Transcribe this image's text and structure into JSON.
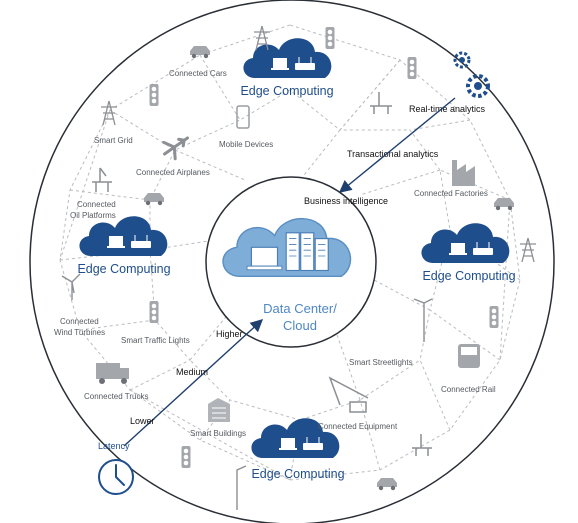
{
  "center": {
    "line1": "Data Center/",
    "line2": "Cloud"
  },
  "edge_label": "Edge Computing",
  "flows": {
    "business": "Business intelligence",
    "transactional": "Transactional analytics",
    "realtime": "Real-time analytics"
  },
  "latency": {
    "title": "Latency",
    "lower": "Lower",
    "medium": "Medium",
    "higher": "Higher"
  },
  "devices": {
    "connected_cars": "Connected Cars",
    "smart_grid": "Smart Grid",
    "mobile_devices": "Mobile Devices",
    "connected_airplanes": "Connected Airplanes",
    "oil_platforms_1": "Connected",
    "oil_platforms_2": "Oil Platforms",
    "connected_factories": "Connected Factories",
    "wind_1": "Connected",
    "wind_2": "Wind Turbines",
    "smart_traffic_lights": "Smart Traffic Lights",
    "connected_trucks": "Connected Trucks",
    "smart_streetlights": "Smart Streetlights",
    "connected_rail": "Connected Rail",
    "connected_equipment": "Connected Equipment",
    "smart_buildings": "Smart Buildings"
  },
  "colors": {
    "edge_cloud": "#1f4e8c",
    "dc_cloud": "#7eaed8",
    "ring": "#2a2f36",
    "latency_arrow": "#1f3f6e"
  }
}
